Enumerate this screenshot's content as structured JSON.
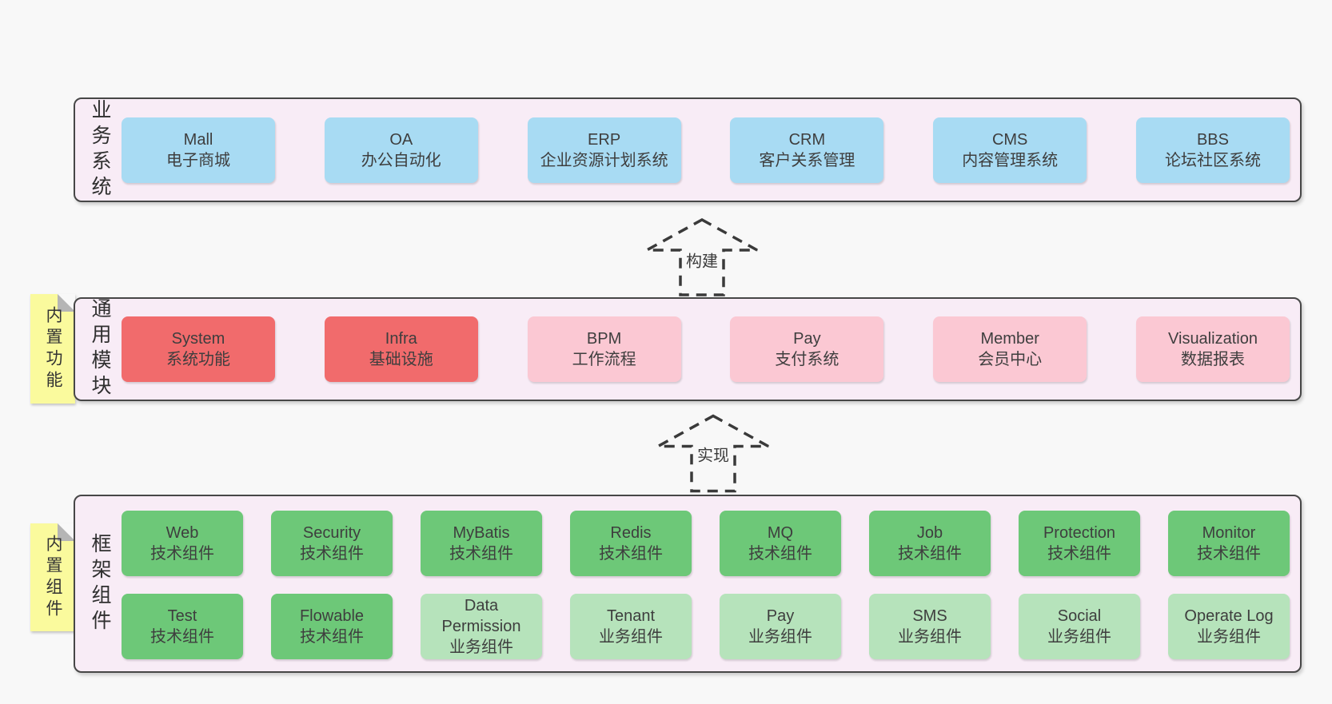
{
  "diagram": {
    "arrows": [
      {
        "label": "构建"
      },
      {
        "label": "实现"
      }
    ],
    "bands": [
      {
        "label": "业务系统",
        "boxes": [
          {
            "title": "Mall",
            "subtitle": "电子商城"
          },
          {
            "title": "OA",
            "subtitle": "办公自动化"
          },
          {
            "title": "ERP",
            "subtitle": "企业资源计划系统"
          },
          {
            "title": "CRM",
            "subtitle": "客户关系管理"
          },
          {
            "title": "CMS",
            "subtitle": "内容管理系统"
          },
          {
            "title": "BBS",
            "subtitle": "论坛社区系统"
          }
        ]
      },
      {
        "label": "通用模块",
        "note": "内置功能",
        "boxes": [
          {
            "title": "System",
            "subtitle": "系统功能"
          },
          {
            "title": "Infra",
            "subtitle": "基础设施"
          },
          {
            "title": "BPM",
            "subtitle": "工作流程"
          },
          {
            "title": "Pay",
            "subtitle": "支付系统"
          },
          {
            "title": "Member",
            "subtitle": "会员中心"
          },
          {
            "title": "Visualization",
            "subtitle": "数据报表"
          }
        ]
      },
      {
        "label": "框架组件",
        "note": "内置组件",
        "rows": [
          [
            {
              "title": "Web",
              "subtitle": "技术组件"
            },
            {
              "title": "Security",
              "subtitle": "技术组件"
            },
            {
              "title": "MyBatis",
              "subtitle": "技术组件"
            },
            {
              "title": "Redis",
              "subtitle": "技术组件"
            },
            {
              "title": "MQ",
              "subtitle": "技术组件"
            },
            {
              "title": "Job",
              "subtitle": "技术组件"
            },
            {
              "title": "Protection",
              "subtitle": "技术组件"
            },
            {
              "title": "Monitor",
              "subtitle": "技术组件"
            }
          ],
          [
            {
              "title": "Test",
              "subtitle": "技术组件"
            },
            {
              "title": "Flowable",
              "subtitle": "技术组件"
            },
            {
              "title": "Data Permission",
              "subtitle": "业务组件"
            },
            {
              "title": "Tenant",
              "subtitle": "业务组件"
            },
            {
              "title": "Pay",
              "subtitle": "业务组件"
            },
            {
              "title": "SMS",
              "subtitle": "业务组件"
            },
            {
              "title": "Social",
              "subtitle": "业务组件"
            },
            {
              "title": "Operate Log",
              "subtitle": "业务组件"
            }
          ]
        ]
      }
    ],
    "colors": {
      "page_bg": "#f8f8f8",
      "band_bg": "#f8ecf6",
      "band_border": "#474747",
      "blue": "#a8dbf3",
      "red": "#f16b6c",
      "pink": "#fbc8d3",
      "green": "#6dc878",
      "light_green": "#b6e3bb",
      "yellow_note": "#fafa9d",
      "fold_gray": "#b5b5b5",
      "text": "#3e3e3e"
    }
  }
}
